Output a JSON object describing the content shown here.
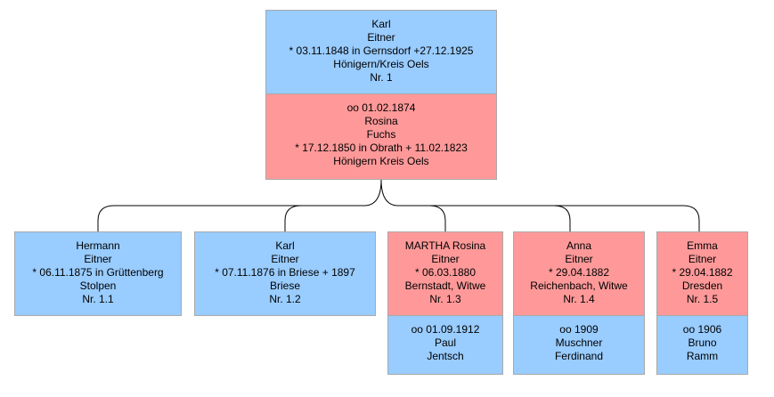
{
  "colors": {
    "male": "#99ccff",
    "female": "#ff9999",
    "line": "#000000"
  },
  "root": {
    "person": [
      "Karl",
      "Eitner",
      "* 03.11.1848 in Gernsdorf  +27.12.1925",
      "Hönigern/Kreis Oels",
      "Nr. 1"
    ],
    "spouse": [
      "oo 01.02.1874",
      "Rosina",
      "Fuchs",
      "* 17.12.1850 in Obrath  + 11.02.1823",
      "Hönigern Kreis Oels"
    ]
  },
  "children": [
    {
      "person": [
        "Hermann",
        "Eitner",
        "* 06.11.1875 in Grüttenberg",
        "Stolpen",
        "Nr. 1.1"
      ]
    },
    {
      "person": [
        "Karl",
        "Eitner",
        "* 07.11.1876 in Briese  + 1897",
        "Briese",
        "Nr. 1.2"
      ]
    },
    {
      "person": [
        "MARTHA Rosina",
        "Eitner",
        "* 06.03.1880",
        "Bernstadt, Witwe",
        "Nr. 1.3"
      ],
      "spouse": [
        "oo 01.09.1912",
        "Paul",
        "Jentsch"
      ]
    },
    {
      "person": [
        "Anna",
        "Eitner",
        "* 29.04.1882",
        "Reichenbach, Witwe",
        "Nr. 1.4"
      ],
      "spouse": [
        "oo 1909",
        "Muschner",
        "Ferdinand"
      ]
    },
    {
      "person": [
        "Emma",
        "Eitner",
        "* 29.04.1882",
        "Dresden",
        "Nr. 1.5"
      ],
      "spouse": [
        "oo 1906",
        "Bruno",
        "Ramm"
      ]
    }
  ]
}
